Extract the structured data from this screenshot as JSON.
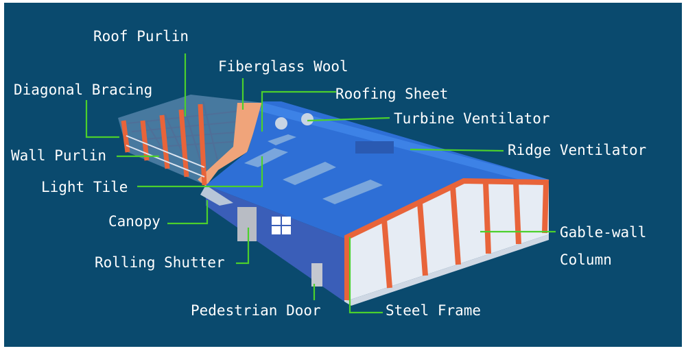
{
  "diagram": {
    "background_color": "#0a4a6e",
    "leader_color": "#4cd02c",
    "roof_color": "#2e6fd6",
    "wall_color": "#3a5eb8",
    "frame_color": "#e8643a",
    "labels": {
      "roof_purlin": "Roof Purlin",
      "fiberglass_wool": "Fiberglass Wool",
      "diagonal_bracing": "Diagonal Bracing",
      "roofing_sheet": "Roofing Sheet",
      "turbine_ventilator": "Turbine Ventilator",
      "wall_purlin": "Wall Purlin",
      "ridge_ventilator": "Ridge Ventilator",
      "light_tile": "Light Tile",
      "canopy": "Canopy",
      "gable_wall_line1": "Gable-wall",
      "gable_wall_line2": "Column",
      "rolling_shutter": "Rolling Shutter",
      "pedestrian_door": "Pedestrian Door",
      "steel_frame": "Steel Frame"
    }
  }
}
